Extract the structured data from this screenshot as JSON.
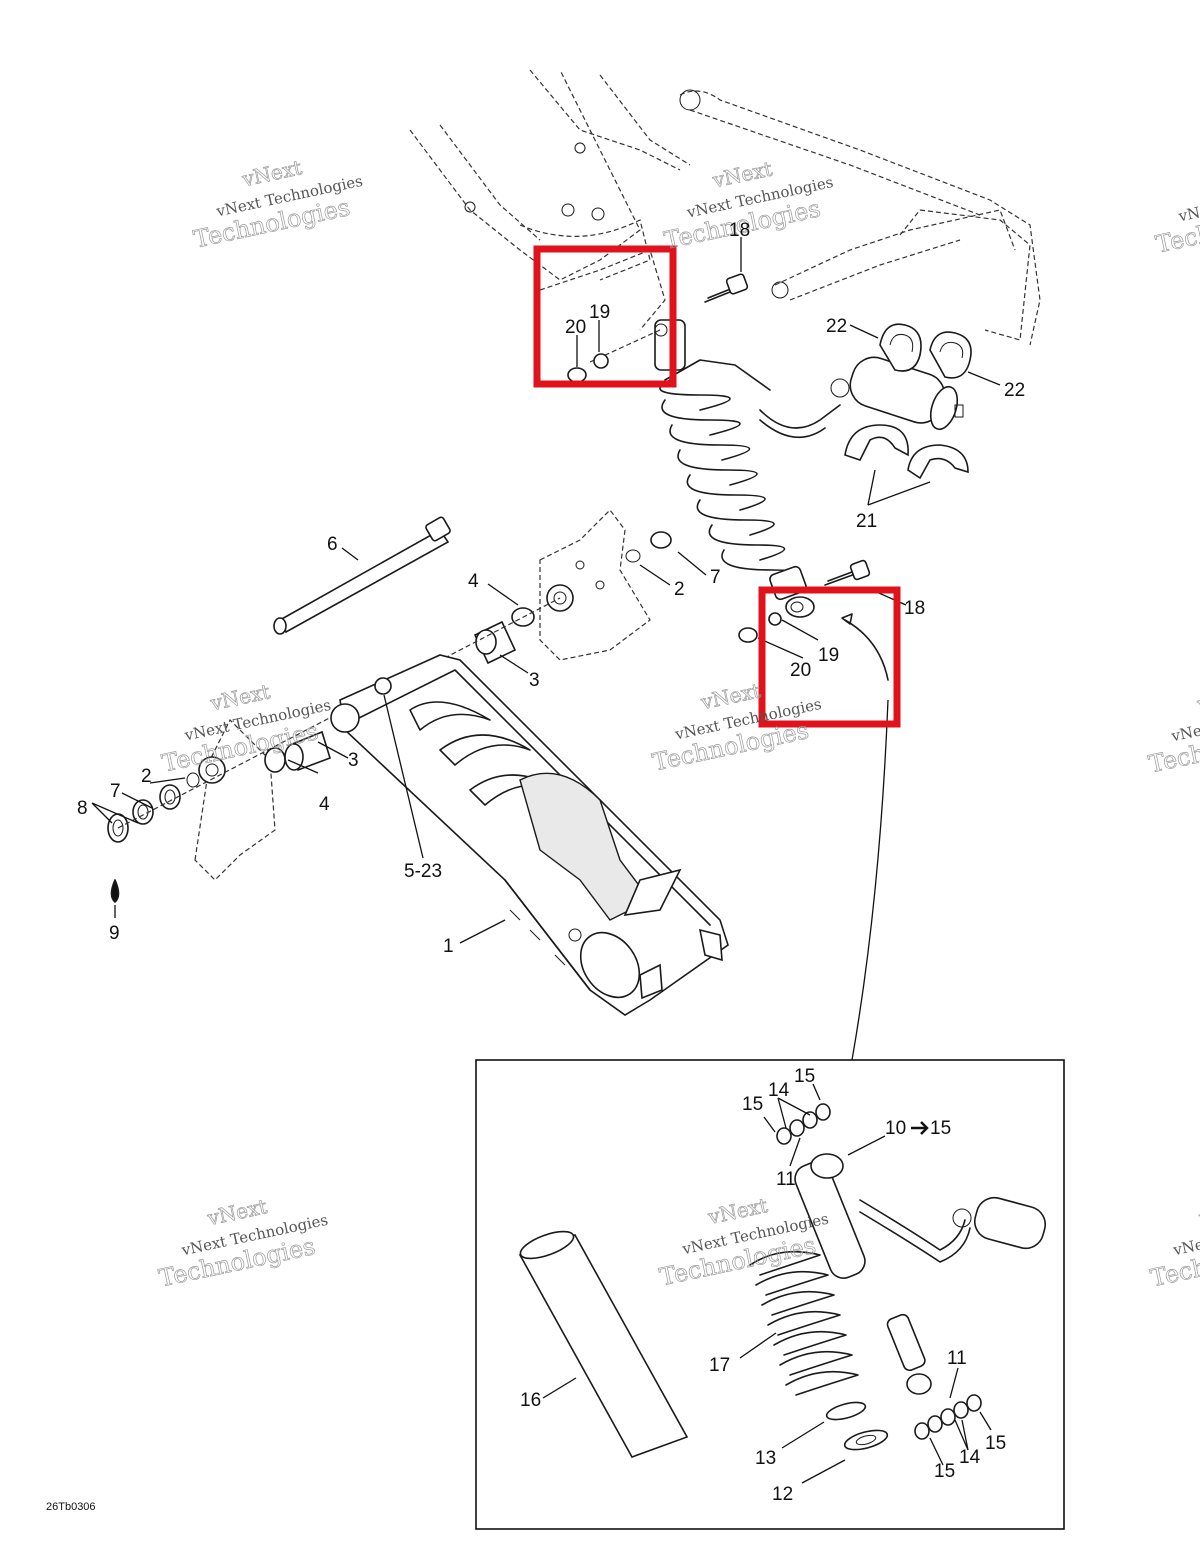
{
  "diagram_code": "26Tb0306",
  "watermark": {
    "line1": "vNext",
    "line2": "vNext Technologies",
    "line3": "Technologies"
  },
  "callouts": {
    "c1": "1",
    "c2a": "2",
    "c2b": "2",
    "c3a": "3",
    "c3b": "3",
    "c4a": "4",
    "c4b": "4",
    "c5": "5-23",
    "c6": "6",
    "c7a": "7",
    "c7b": "7",
    "c8": "8",
    "c9": "9",
    "c10": "10",
    "c10b": "15",
    "c11a": "11",
    "c11b": "11",
    "c12": "12",
    "c13": "13",
    "c14a": "14",
    "c14b": "14",
    "c15a": "15",
    "c15b": "15",
    "c15c": "15",
    "c15d": "15",
    "c16": "16",
    "c17": "17",
    "c18a": "18",
    "c18b": "18",
    "c19a": "19",
    "c19b": "19",
    "c20a": "20",
    "c20b": "20",
    "c21": "21",
    "c22a": "22",
    "c22b": "22"
  },
  "highlight_color": "#e0121b",
  "arrow_glyph": "arrow-right-icon"
}
